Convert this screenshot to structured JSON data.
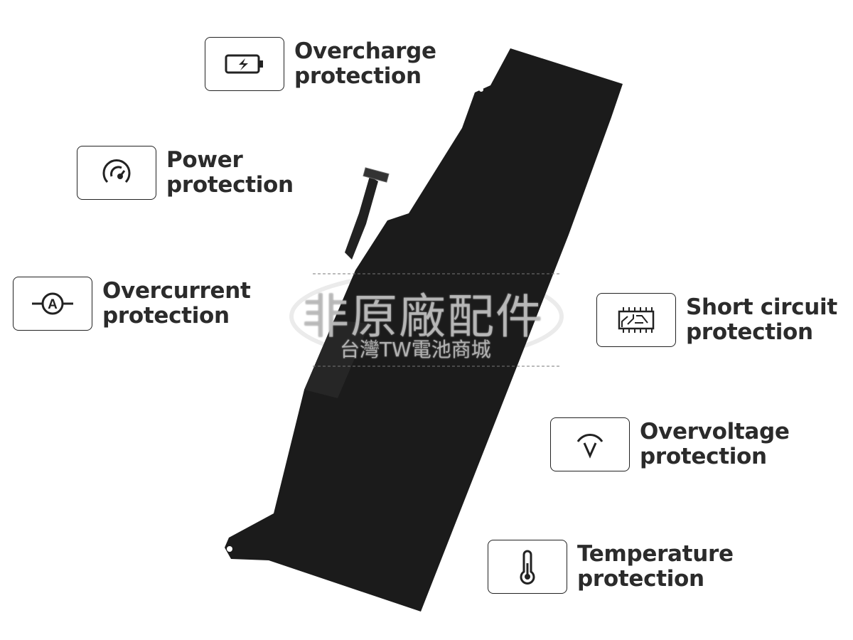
{
  "features": [
    {
      "icon": "battery-charge-icon",
      "line1": "Overcharge",
      "line2": "protection"
    },
    {
      "icon": "gauge-icon",
      "line1": "Power",
      "line2": "protection"
    },
    {
      "icon": "ammeter-icon",
      "line1": "Overcurrent",
      "line2": "protection"
    },
    {
      "icon": "circuit-chip-icon",
      "line1": "Short circuit",
      "line2": "protection"
    },
    {
      "icon": "voltmeter-icon",
      "line1": "Overvoltage",
      "line2": "protection"
    },
    {
      "icon": "thermometer-icon",
      "line1": "Temperature",
      "line2": "protection"
    }
  ],
  "watermark": {
    "line1": "非原廠配件",
    "line2": "台灣TW電池商城"
  },
  "colors": {
    "battery": "#1b1b1b",
    "text": "#2b2b2b"
  }
}
